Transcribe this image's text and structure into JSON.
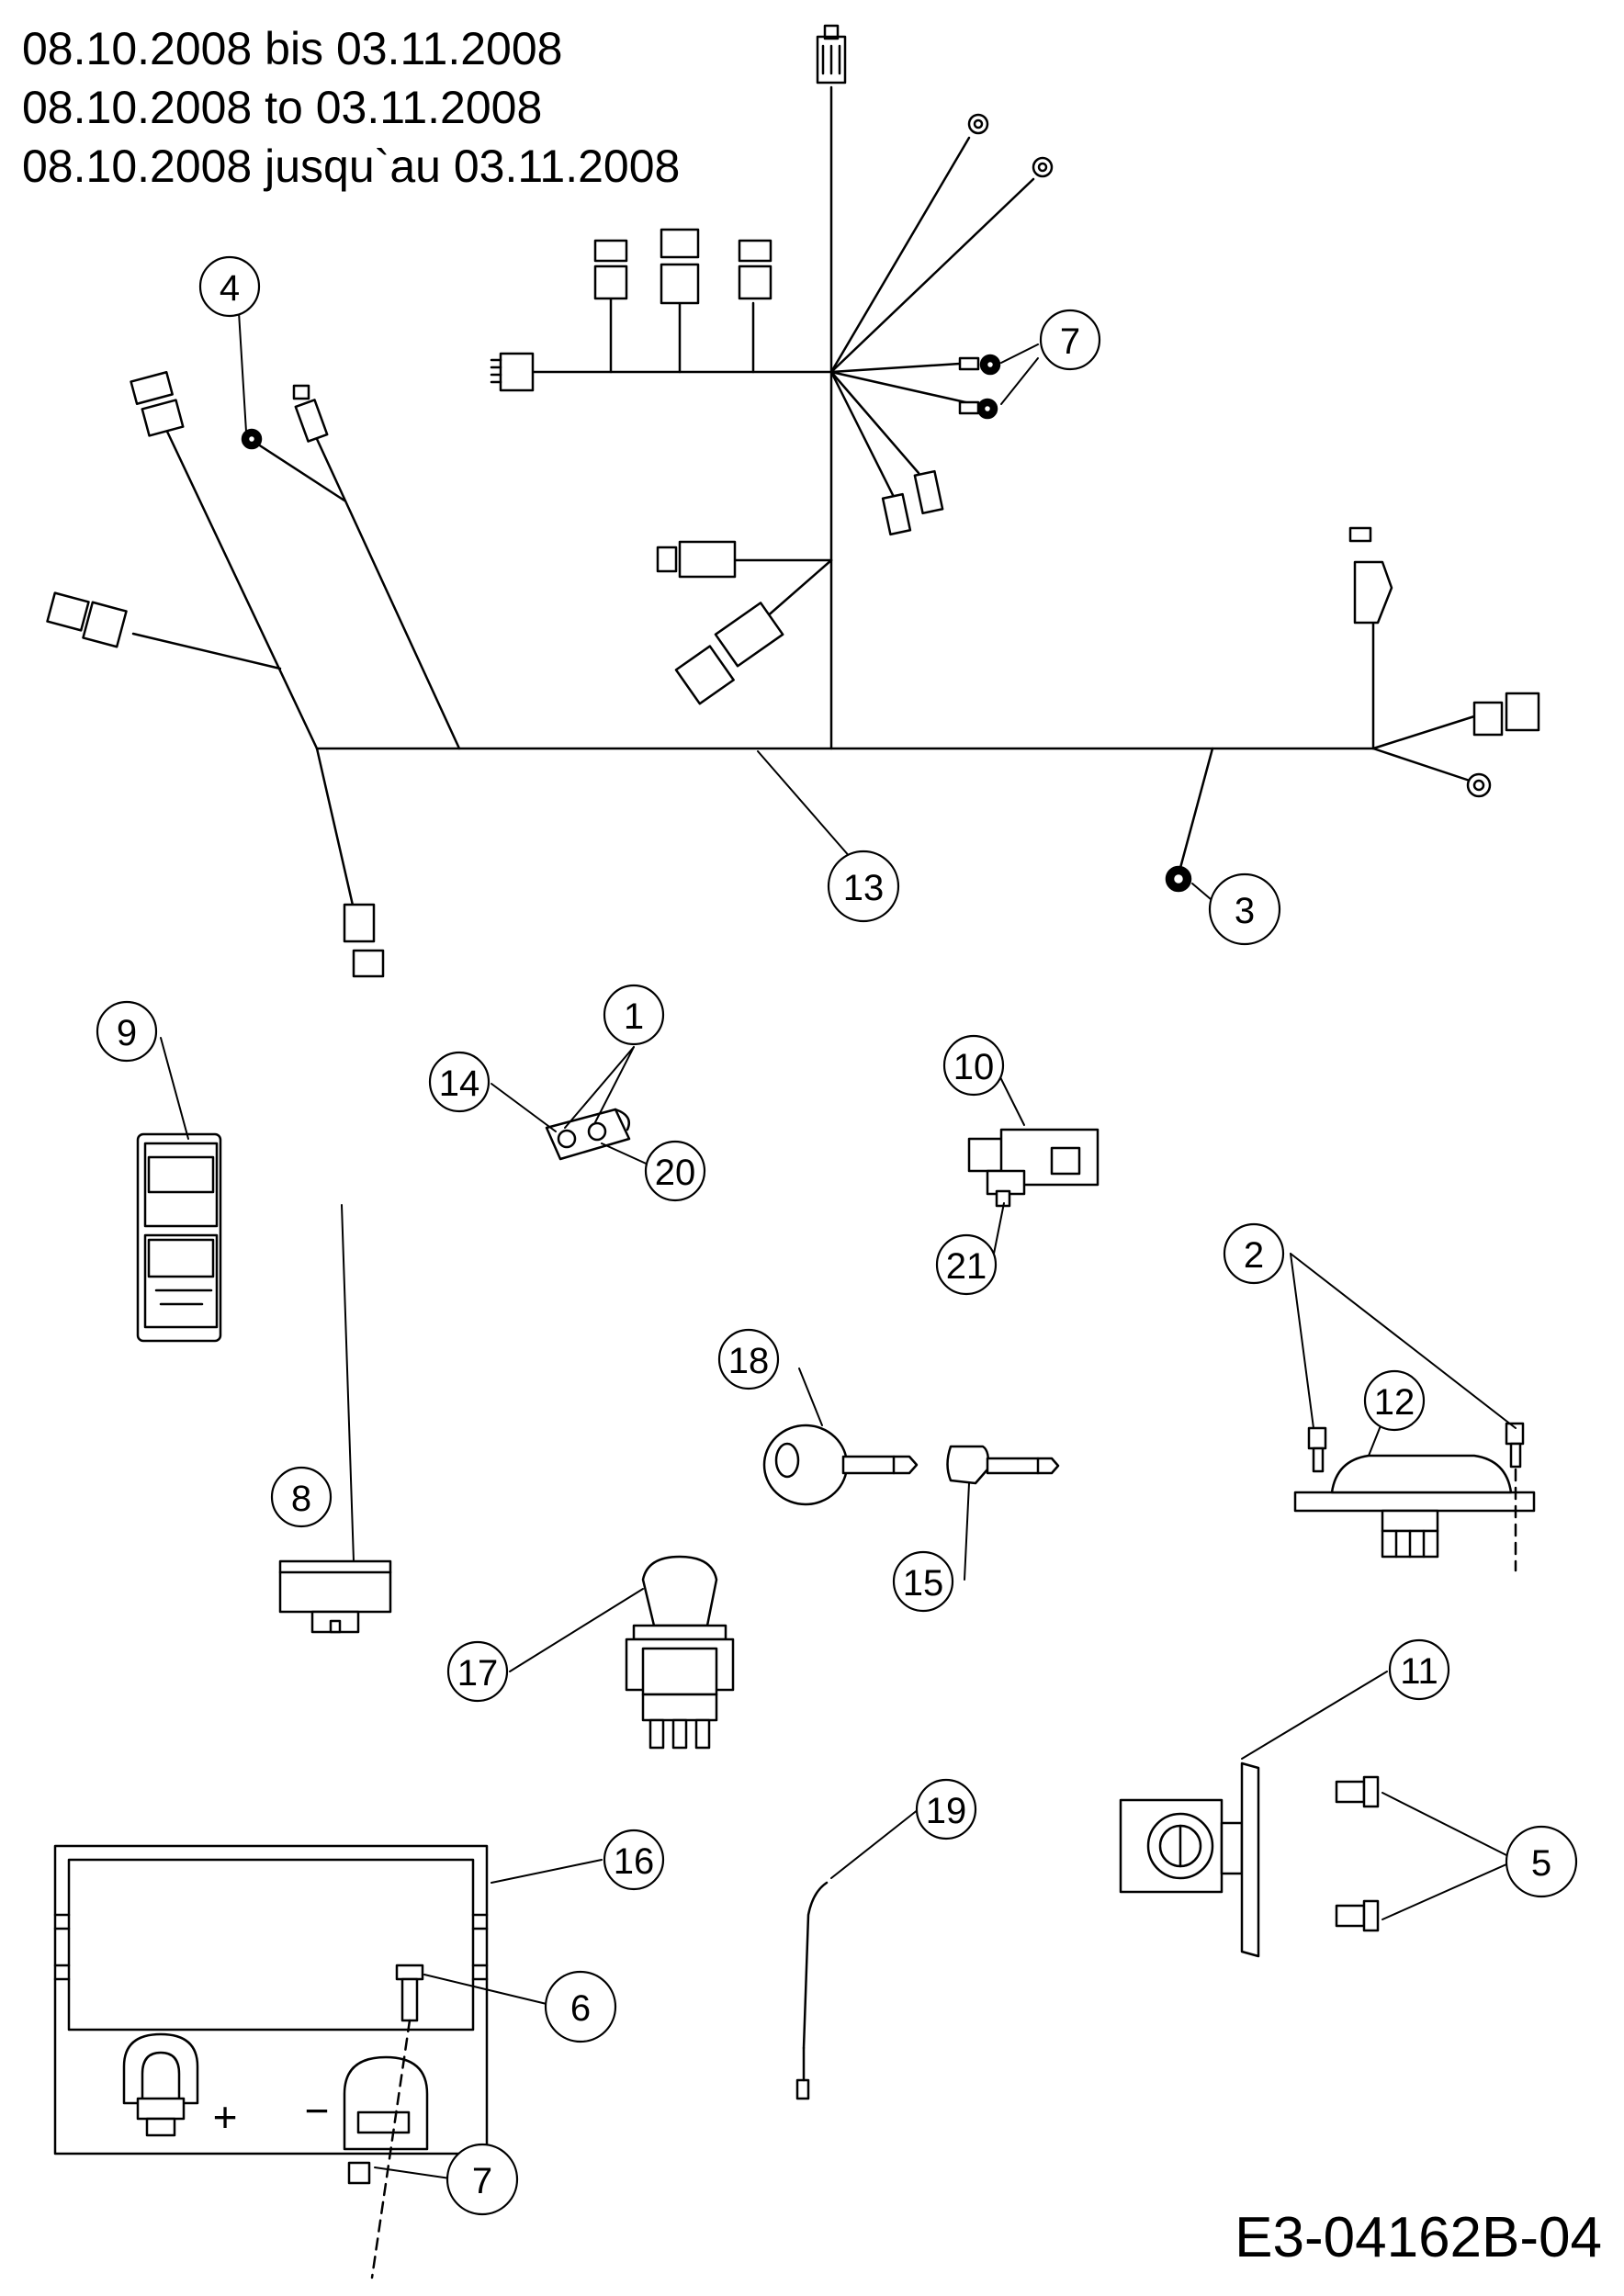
{
  "header": {
    "line_de": "08.10.2008 bis 03.11.2008",
    "line_en": "08.10.2008 to 03.11.2008",
    "line_fr": "08.10.2008 jusqu`au 03.11.2008"
  },
  "document_code": "E3-04162B-04",
  "callouts": {
    "c1": "1",
    "c2": "2",
    "c3": "3",
    "c4": "4",
    "c5": "5",
    "c6": "6",
    "c7a": "7",
    "c7b": "7",
    "c8": "8",
    "c9": "9",
    "c10": "10",
    "c11": "11",
    "c12": "12",
    "c13": "13",
    "c14": "14",
    "c15": "15",
    "c16": "16",
    "c17": "17",
    "c18": "18",
    "c19": "19",
    "c20": "20",
    "c21": "21"
  },
  "battery": {
    "plus": "+",
    "minus": "−"
  }
}
